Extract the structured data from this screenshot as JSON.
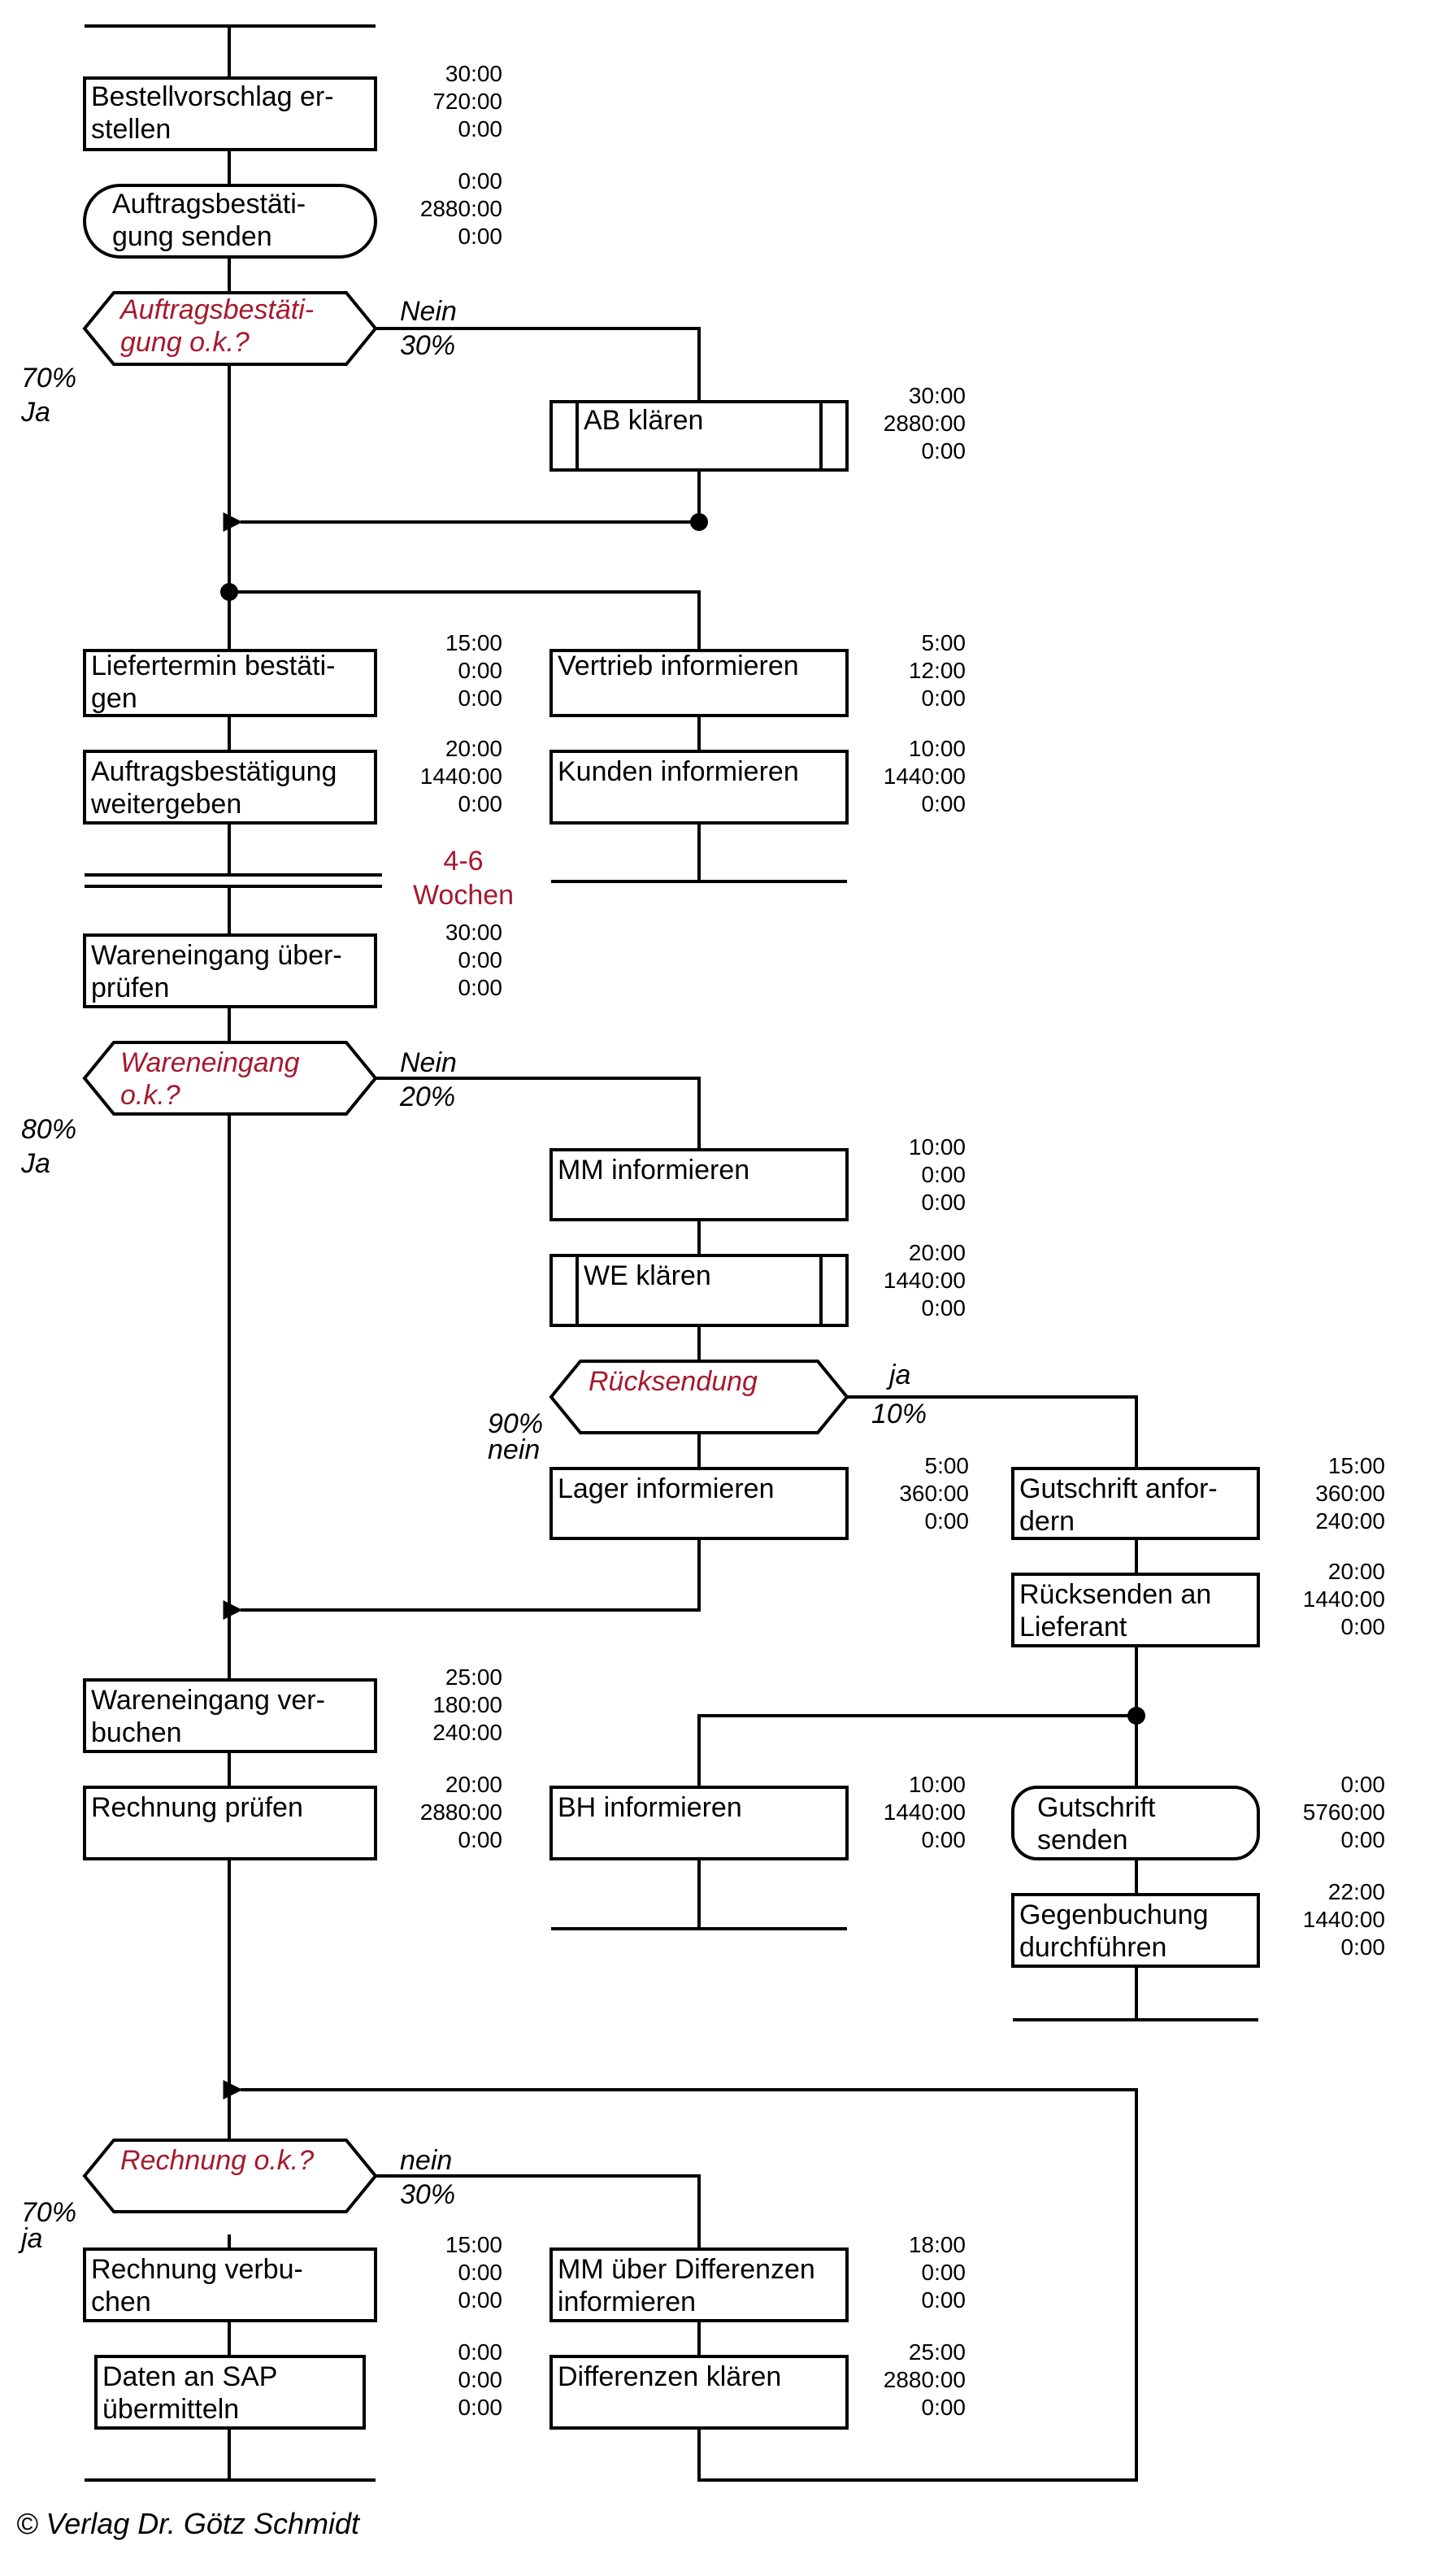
{
  "colors": {
    "decision_text": "#a6192e",
    "line": "#000000"
  },
  "activities": {
    "bestellvorschlag": {
      "lines": [
        "Bestellvorschlag er-",
        "stellen"
      ],
      "times": [
        "30:00",
        "720:00",
        "0:00"
      ]
    },
    "ab_senden": {
      "lines": [
        "Auftragsbestäti-",
        "gung senden"
      ],
      "times": [
        "0:00",
        "2880:00",
        "0:00"
      ]
    },
    "ab_klaeren": {
      "lines": [
        "AB klären"
      ],
      "times": [
        "30:00",
        "2880:00",
        "0:00"
      ]
    },
    "liefertermin": {
      "lines": [
        "Liefertermin bestäti-",
        "gen"
      ],
      "times": [
        "15:00",
        "0:00",
        "0:00"
      ]
    },
    "vertrieb": {
      "lines": [
        "Vertrieb informieren"
      ],
      "times": [
        "5:00",
        "12:00",
        "0:00"
      ]
    },
    "ab_weitergeben": {
      "lines": [
        "Auftragsbestätigung",
        "weitergeben"
      ],
      "times": [
        "20:00",
        "1440:00",
        "0:00"
      ]
    },
    "kunden": {
      "lines": [
        "Kunden informieren"
      ],
      "times": [
        "10:00",
        "1440:00",
        "0:00"
      ]
    },
    "we_pruefen": {
      "lines": [
        "Wareneingang über-",
        "prüfen"
      ],
      "times": [
        "30:00",
        "0:00",
        "0:00"
      ]
    },
    "mm_informieren": {
      "lines": [
        "MM informieren"
      ],
      "times": [
        "10:00",
        "0:00",
        "0:00"
      ]
    },
    "we_klaeren": {
      "lines": [
        "WE klären"
      ],
      "times": [
        "20:00",
        "1440:00",
        "0:00"
      ]
    },
    "lager": {
      "lines": [
        "Lager informieren"
      ],
      "times": [
        "5:00",
        "360:00",
        "0:00"
      ]
    },
    "gutschrift_anfordern": {
      "lines": [
        "Gutschrift anfor-",
        "dern"
      ],
      "times": [
        "15:00",
        "360:00",
        "240:00"
      ]
    },
    "ruecksenden": {
      "lines": [
        "Rücksenden an",
        "Lieferant"
      ],
      "times": [
        "20:00",
        "1440:00",
        "0:00"
      ]
    },
    "we_verbuchen": {
      "lines": [
        "Wareneingang ver-",
        "buchen"
      ],
      "times": [
        "25:00",
        "180:00",
        "240:00"
      ]
    },
    "rechnung_pruefen": {
      "lines": [
        "Rechnung prüfen"
      ],
      "times": [
        "20:00",
        "2880:00",
        "0:00"
      ]
    },
    "bh_informieren": {
      "lines": [
        "BH informieren"
      ],
      "times": [
        "10:00",
        "1440:00",
        "0:00"
      ]
    },
    "gutschrift_senden": {
      "lines": [
        "Gutschrift",
        "senden"
      ],
      "times": [
        "0:00",
        "5760:00",
        "0:00"
      ]
    },
    "gegenbuchung": {
      "lines": [
        "Gegenbuchung",
        "durchführen"
      ],
      "times": [
        "22:00",
        "1440:00",
        "0:00"
      ]
    },
    "rechnung_verbuchen": {
      "lines": [
        "Rechnung verbu-",
        "chen"
      ],
      "times": [
        "15:00",
        "0:00",
        "0:00"
      ]
    },
    "mm_differenzen": {
      "lines": [
        "MM über Differenzen",
        "informieren"
      ],
      "times": [
        "18:00",
        "0:00",
        "0:00"
      ]
    },
    "daten_sap": {
      "lines": [
        "Daten an SAP",
        "übermitteln"
      ],
      "times": [
        "0:00",
        "0:00",
        "0:00"
      ]
    },
    "differenzen_klaeren": {
      "lines": [
        "Differenzen klären"
      ],
      "times": [
        "25:00",
        "2880:00",
        "0:00"
      ]
    }
  },
  "decisions": {
    "ab_ok": {
      "lines": [
        "Auftragsbestäti-",
        "gung o.k.?"
      ],
      "no_label": "Nein",
      "no_pct": "30%",
      "yes_label": "Ja",
      "yes_pct": "70%"
    },
    "we_ok": {
      "lines": [
        "Wareneingang",
        "o.k.?"
      ],
      "no_label": "Nein",
      "no_pct": "20%",
      "yes_label": "Ja",
      "yes_pct": "80%"
    },
    "ruecksendung": {
      "lines": [
        "Rücksendung"
      ],
      "yes_label": "ja",
      "yes_pct": "10%",
      "no_label": "nein",
      "no_pct": "90%"
    },
    "rechnung_ok": {
      "lines": [
        "Rechnung o.k.?"
      ],
      "no_label": "nein",
      "no_pct": "30%",
      "yes_label": "ja",
      "yes_pct": "70%"
    }
  },
  "wait": {
    "lines": [
      "4-6",
      "Wochen"
    ]
  },
  "copyright": "© Verlag Dr. Götz Schmidt"
}
